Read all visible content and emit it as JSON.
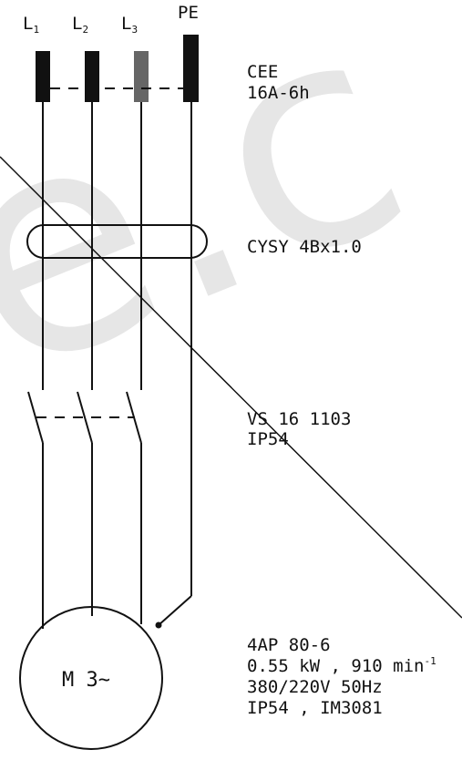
{
  "watermark": "e.c",
  "terminals": [
    {
      "letter": "L",
      "sub": "1"
    },
    {
      "letter": "L",
      "sub": "2"
    },
    {
      "letter": "L",
      "sub": "3"
    },
    {
      "letter": "PE",
      "sub": ""
    }
  ],
  "connector": {
    "line1": "CEE",
    "line2": "16A-6h"
  },
  "cable": {
    "label": "CYSY 4Bx1.0"
  },
  "switch": {
    "line1": "VS 16 1103",
    "line2": "IP54"
  },
  "motor": {
    "symbol": "M 3~",
    "model": "4AP 80-6",
    "power_prefix": "0.55 kW , 910 min",
    "power_exp": "-1",
    "supply": "380/220V 50Hz",
    "protection": "IP54 , IM3081"
  },
  "colors": {
    "line": "#000000",
    "l3_plug": "#666666",
    "watermark": "#e6e6e6"
  }
}
